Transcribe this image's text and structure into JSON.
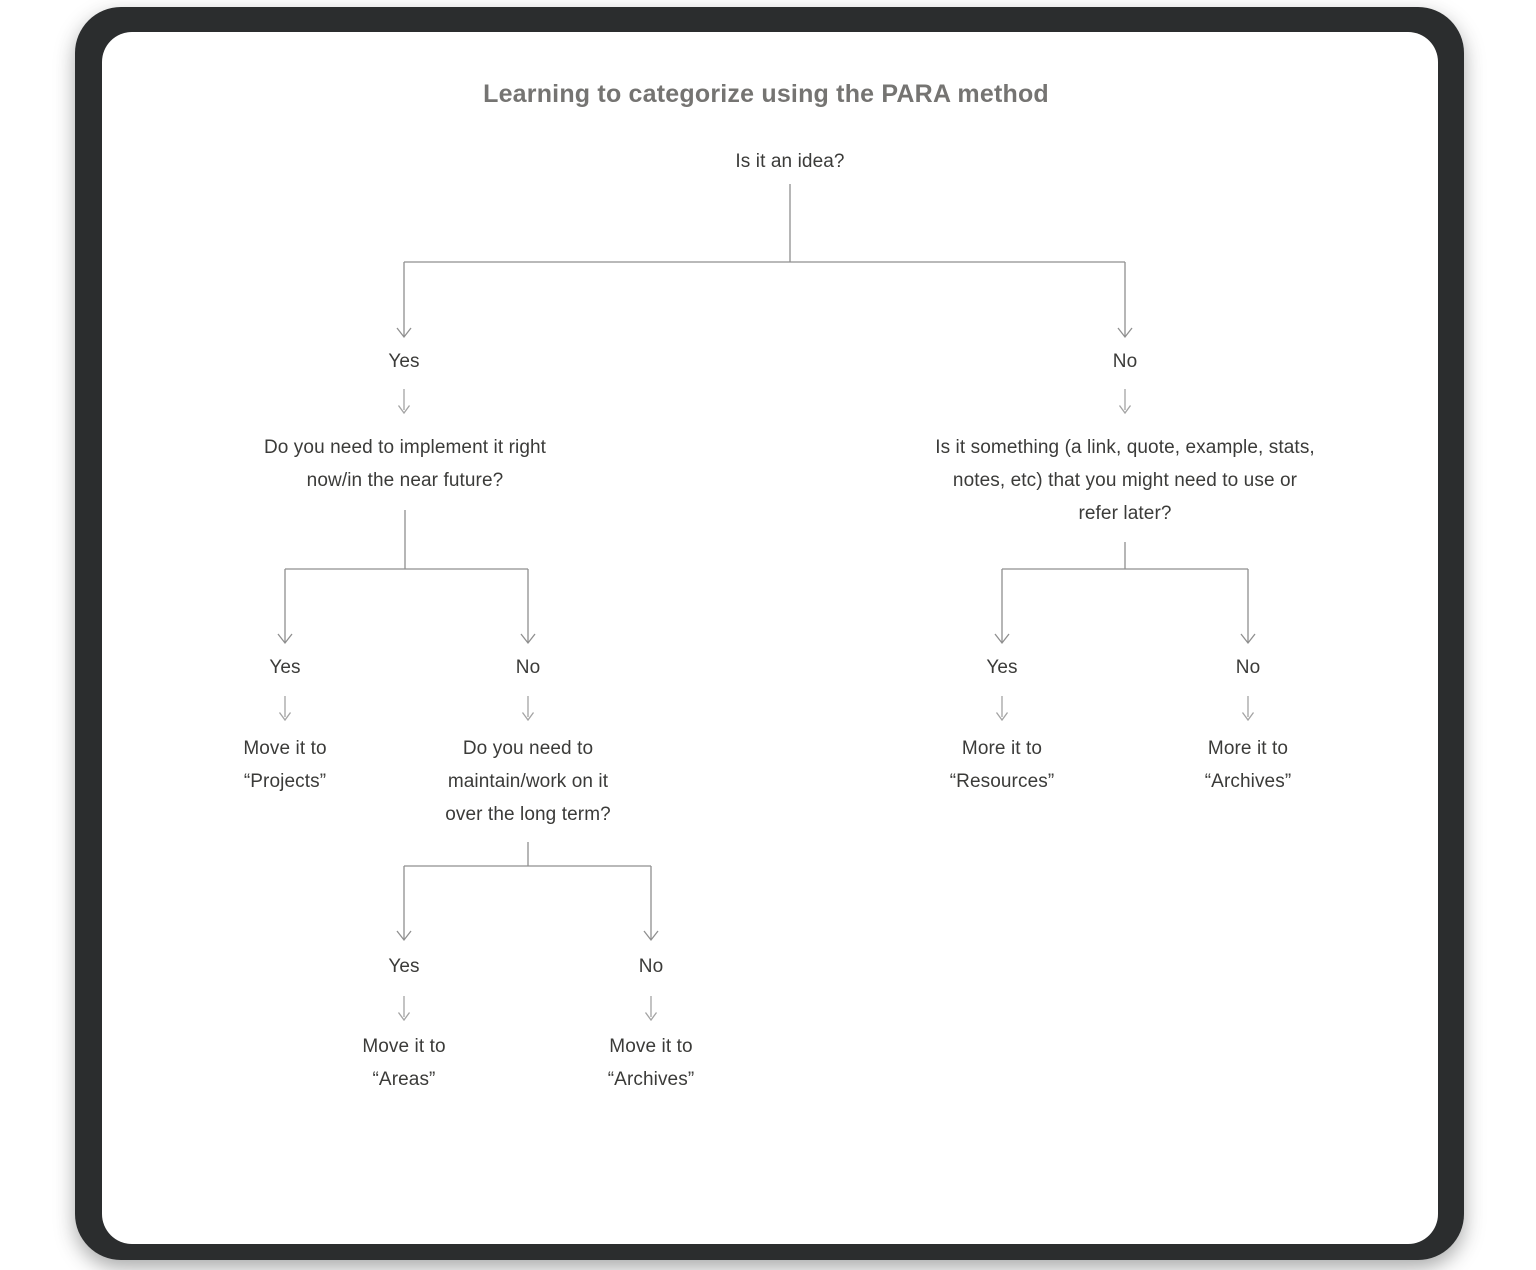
{
  "title": "Learning to categorize using the PARA method",
  "colors": {
    "frame": "#2b2d2e",
    "card": "#ffffff",
    "title_text": "#757472",
    "node_text": "#3b3b39",
    "connector_line": "#8f8f8f",
    "mini_arrow": "#a3a3a3"
  },
  "nodes": {
    "root_question": "Is it an idea?",
    "branch1_yes": "Yes",
    "branch1_no": "No",
    "question_implement": "Do you need to implement it right\nnow/in the near future?",
    "question_reference": "Is it something (a link, quote, example, stats,\nnotes, etc) that you might need to use or\nrefer later?",
    "branch2_left_yes": "Yes",
    "branch2_left_no": "No",
    "branch2_right_yes": "Yes",
    "branch2_right_no": "No",
    "leaf_projects": "Move it to\n“Projects”",
    "question_maintain": "Do you need to\nmaintain/work on it\nover the long term?",
    "leaf_resources": "More it to\n“Resources”",
    "leaf_archives_right": "More it to\n“Archives”",
    "branch3_yes": "Yes",
    "branch3_no": "No",
    "leaf_areas": "Move it to\n“Areas”",
    "leaf_archives_bottom": "Move it to\n“Archives”"
  }
}
